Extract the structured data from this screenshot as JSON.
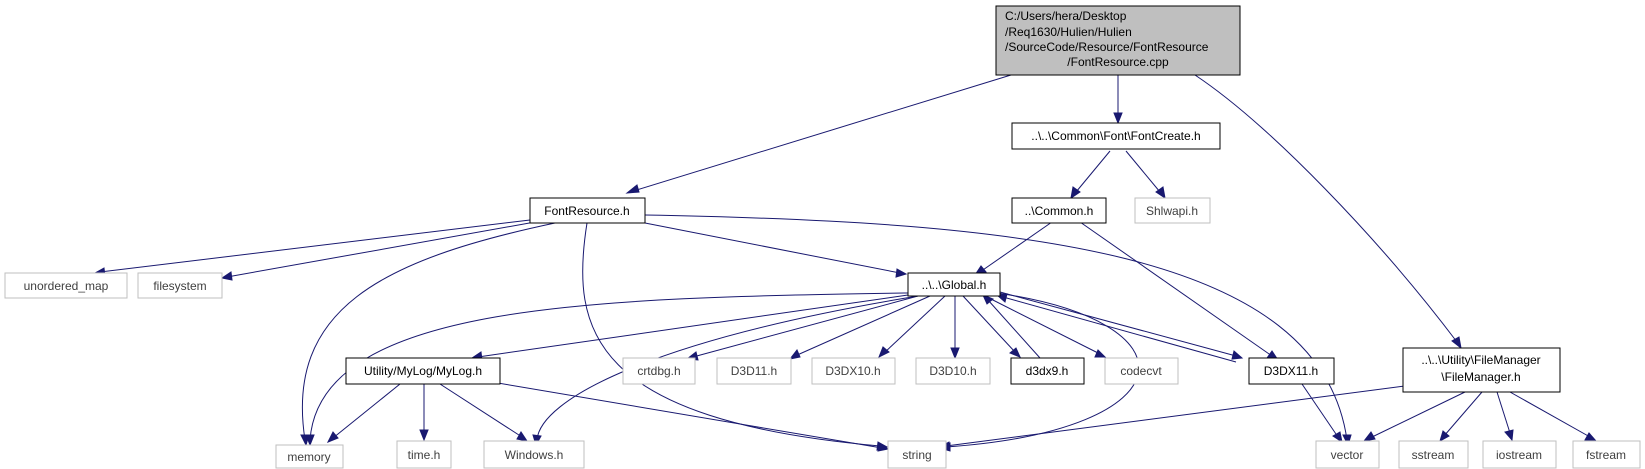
{
  "nodes": {
    "font_resource_cpp": {
      "lines": [
        "C:/Users/hera/Desktop",
        "/Req1630/Hulien/Hulien",
        "/SourceCode/Resource/FontResource",
        "/FontResource.cpp"
      ]
    },
    "font_create_h": {
      "label": "..\\..\\Common\\Font\\FontCreate.h"
    },
    "font_resource_h": {
      "label": "FontResource.h"
    },
    "common_h": {
      "label": "..\\Common.h"
    },
    "shlwapi_h": {
      "label": "Shlwapi.h"
    },
    "file_manager_h": {
      "lines": [
        "..\\..\\Utility\\FileManager",
        "\\FileManager.h"
      ]
    },
    "unordered_map": {
      "label": "unordered_map"
    },
    "filesystem": {
      "label": "filesystem"
    },
    "global_h": {
      "label": "..\\..\\Global.h"
    },
    "mylog_h": {
      "label": "Utility/MyLog/MyLog.h"
    },
    "crtdbg_h": {
      "label": "crtdbg.h"
    },
    "d3d11_h": {
      "label": "D3D11.h"
    },
    "d3dx10_h": {
      "label": "D3DX10.h"
    },
    "d3d10_h": {
      "label": "D3D10.h"
    },
    "d3dx9_h": {
      "label": "d3dx9.h"
    },
    "codecvt": {
      "label": "codecvt"
    },
    "d3dx11_h": {
      "label": "D3DX11.h"
    },
    "memory": {
      "label": "memory"
    },
    "time_h": {
      "label": "time.h"
    },
    "windows_h": {
      "label": "Windows.h"
    },
    "string": {
      "label": "string"
    },
    "vector": {
      "label": "vector"
    },
    "sstream": {
      "label": "sstream"
    },
    "iostream": {
      "label": "iostream"
    },
    "fstream": {
      "label": "fstream"
    }
  },
  "colors": {
    "edge": "#191970",
    "root_fill": "#bfbfbf",
    "external_border": "#bfbfbf",
    "project_border": "#000000"
  }
}
